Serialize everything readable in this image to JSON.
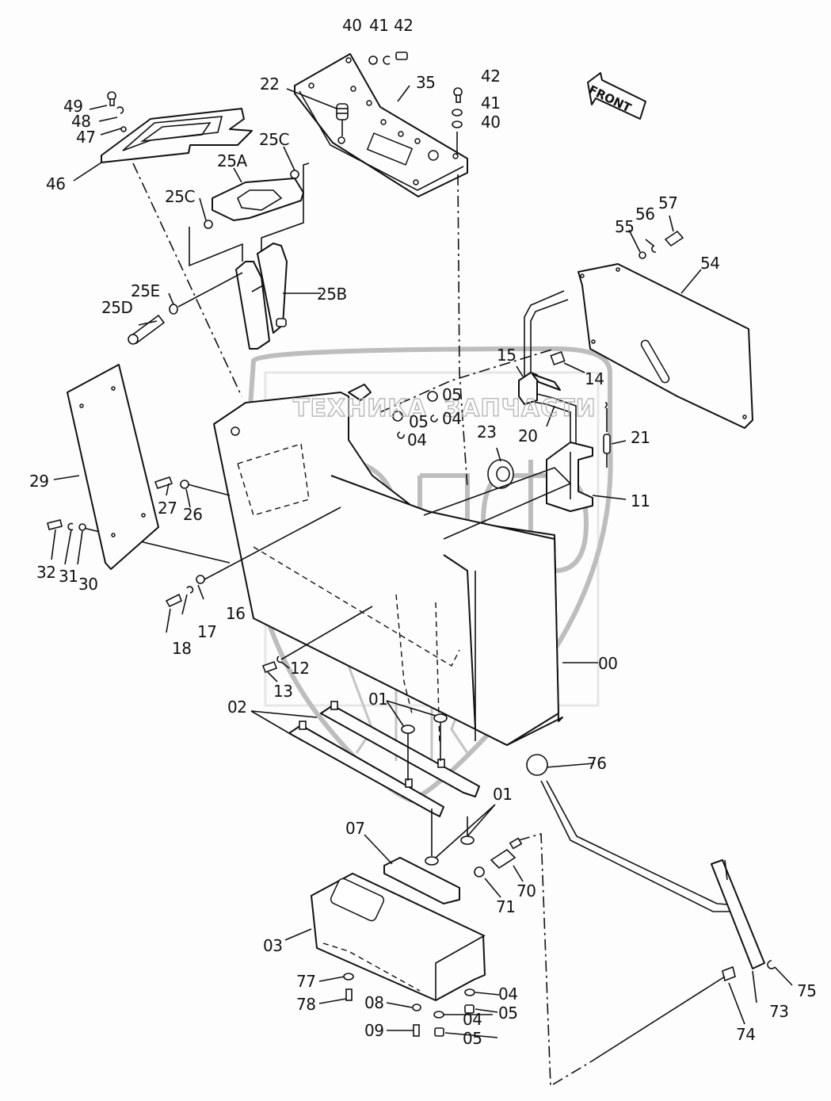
{
  "diagram": {
    "type": "exploded-parts-diagram",
    "orientation_label": "FRONT",
    "watermark": {
      "left_text": "ТЕХНИКА",
      "right_text": "ЗАПЧАСТИ",
      "logo_text": "ЭПФ"
    },
    "callouts": [
      {
        "id": "c40a",
        "text": "40"
      },
      {
        "id": "c41a",
        "text": "41"
      },
      {
        "id": "c42a",
        "text": "42"
      },
      {
        "id": "c42b",
        "text": "42"
      },
      {
        "id": "c41b",
        "text": "41"
      },
      {
        "id": "c40b",
        "text": "40"
      },
      {
        "id": "c22",
        "text": "22"
      },
      {
        "id": "c35",
        "text": "35"
      },
      {
        "id": "c49",
        "text": "49"
      },
      {
        "id": "c48",
        "text": "48"
      },
      {
        "id": "c47",
        "text": "47"
      },
      {
        "id": "c46",
        "text": "46"
      },
      {
        "id": "c25A",
        "text": "25A"
      },
      {
        "id": "c25Ca",
        "text": "25C"
      },
      {
        "id": "c25Cb",
        "text": "25C"
      },
      {
        "id": "c25E",
        "text": "25E"
      },
      {
        "id": "c25D",
        "text": "25D"
      },
      {
        "id": "c25B",
        "text": "25B"
      },
      {
        "id": "c55",
        "text": "55"
      },
      {
        "id": "c56",
        "text": "56"
      },
      {
        "id": "c57",
        "text": "57"
      },
      {
        "id": "c54",
        "text": "54"
      },
      {
        "id": "c15",
        "text": "15"
      },
      {
        "id": "c14",
        "text": "14"
      },
      {
        "id": "c05a",
        "text": "05"
      },
      {
        "id": "c04a",
        "text": "04"
      },
      {
        "id": "c05b",
        "text": "05"
      },
      {
        "id": "c04b",
        "text": "04"
      },
      {
        "id": "c23",
        "text": "23"
      },
      {
        "id": "c20",
        "text": "20"
      },
      {
        "id": "c21",
        "text": "21"
      },
      {
        "id": "c11",
        "text": "11"
      },
      {
        "id": "c29",
        "text": "29"
      },
      {
        "id": "c27",
        "text": "27"
      },
      {
        "id": "c26",
        "text": "26"
      },
      {
        "id": "c32",
        "text": "32"
      },
      {
        "id": "c31",
        "text": "31"
      },
      {
        "id": "c30",
        "text": "30"
      },
      {
        "id": "c16",
        "text": "16"
      },
      {
        "id": "c17",
        "text": "17"
      },
      {
        "id": "c18",
        "text": "18"
      },
      {
        "id": "c12",
        "text": "12"
      },
      {
        "id": "c13",
        "text": "13"
      },
      {
        "id": "c00",
        "text": "00"
      },
      {
        "id": "c02",
        "text": "02"
      },
      {
        "id": "c01a",
        "text": "01"
      },
      {
        "id": "c01b",
        "text": "01"
      },
      {
        "id": "c07",
        "text": "07"
      },
      {
        "id": "c70",
        "text": "70"
      },
      {
        "id": "c71",
        "text": "71"
      },
      {
        "id": "c76",
        "text": "76"
      },
      {
        "id": "c03",
        "text": "03"
      },
      {
        "id": "c77",
        "text": "77"
      },
      {
        "id": "c78",
        "text": "78"
      },
      {
        "id": "c08",
        "text": "08"
      },
      {
        "id": "c09",
        "text": "09"
      },
      {
        "id": "c04c",
        "text": "04"
      },
      {
        "id": "c05c",
        "text": "05"
      },
      {
        "id": "c04d",
        "text": "04"
      },
      {
        "id": "c05d",
        "text": "05"
      },
      {
        "id": "c73",
        "text": "73"
      },
      {
        "id": "c74",
        "text": "74"
      },
      {
        "id": "c75",
        "text": "75"
      }
    ]
  }
}
